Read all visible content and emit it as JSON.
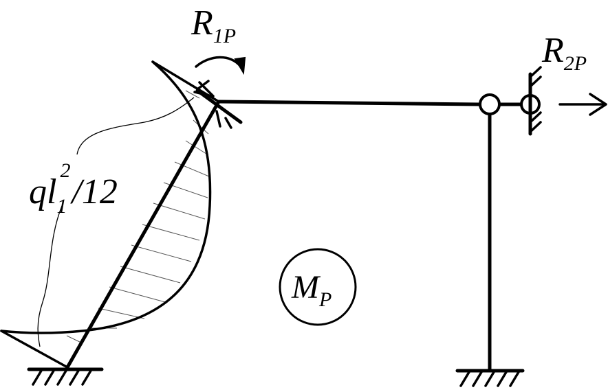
{
  "labels": {
    "r1p": {
      "main": "R",
      "sub": "1P"
    },
    "r2p": {
      "main": "R",
      "sub": "2P"
    },
    "moment": {
      "q": "q",
      "l": "l",
      "l_sub": "1",
      "sup": "2",
      "rest": "/12"
    },
    "mp": {
      "main": "M",
      "sub": "P"
    }
  }
}
